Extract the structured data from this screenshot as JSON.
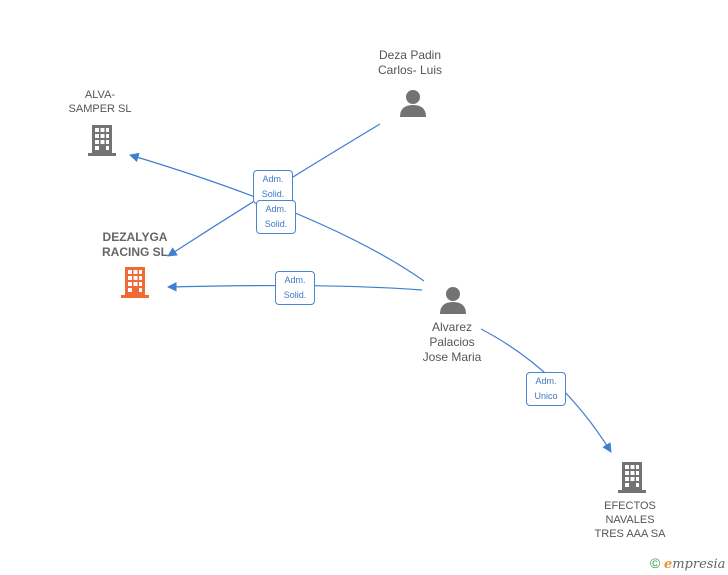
{
  "nodes": {
    "deza": {
      "line1": "Deza Padin",
      "line2": "Carlos-  Luis",
      "icon": "person-icon"
    },
    "alva": {
      "line1": "ALVA-",
      "line2": "SAMPER SL",
      "icon": "building-icon"
    },
    "dezalyga": {
      "line1": "DEZALYGA",
      "line2": "RACING  SL",
      "icon": "building-icon",
      "color": "#f06a35"
    },
    "alvarez": {
      "line1": "Alvarez",
      "line2": "Palacios",
      "line3": "Jose Maria",
      "icon": "person-icon"
    },
    "efectos": {
      "line1": "EFECTOS",
      "line2": "NAVALES",
      "line3": "TRES AAA SA",
      "icon": "building-icon"
    }
  },
  "edges": [
    {
      "line1": "Adm.",
      "line2": "Solid."
    },
    {
      "line1": "Adm.",
      "line2": "Solid."
    },
    {
      "line1": "Adm.",
      "line2": "Solid."
    },
    {
      "line1": "Adm.",
      "line2": "Unico"
    }
  ],
  "colors": {
    "edge": "#3f7fd0",
    "icon_gray": "#737373",
    "highlight": "#f06a35"
  },
  "brand": {
    "copyright": "©",
    "initial": "e",
    "rest": "mpresia"
  }
}
